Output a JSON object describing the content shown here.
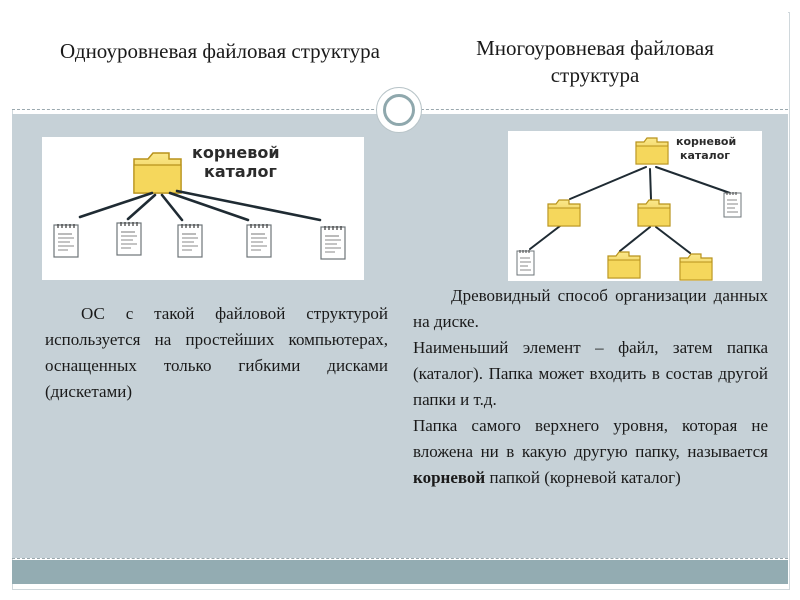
{
  "left": {
    "title": "Одноуровневая файловая структура",
    "diagram": {
      "root_label_line1": "корневой",
      "root_label_line2": "каталог",
      "file_count": 5
    },
    "description": "ОС с такой файловой структурой используется на простейших компьютерах, оснащенных только гибкими дисками (дискетами)"
  },
  "right": {
    "title": "Многоуровневая файловая структура",
    "diagram": {
      "root_label_line1": "корневой",
      "root_label_line2": "каталог"
    },
    "para1": "Древовидный способ организации данных на диске.",
    "para2": "Наименьший элемент – файл, затем папка (каталог). Папка может входить в состав другой папки и т.д.",
    "para3_before": "Папка самого верхнего уровня, которая не вложена ни в какую другую папку, называется ",
    "para3_bold": "корневой",
    "para3_after": " папкой (корневой каталог)"
  },
  "colors": {
    "body_band": "#c6d1d7",
    "footer_bar": "#93acb2",
    "folder": "#f3d45a"
  }
}
